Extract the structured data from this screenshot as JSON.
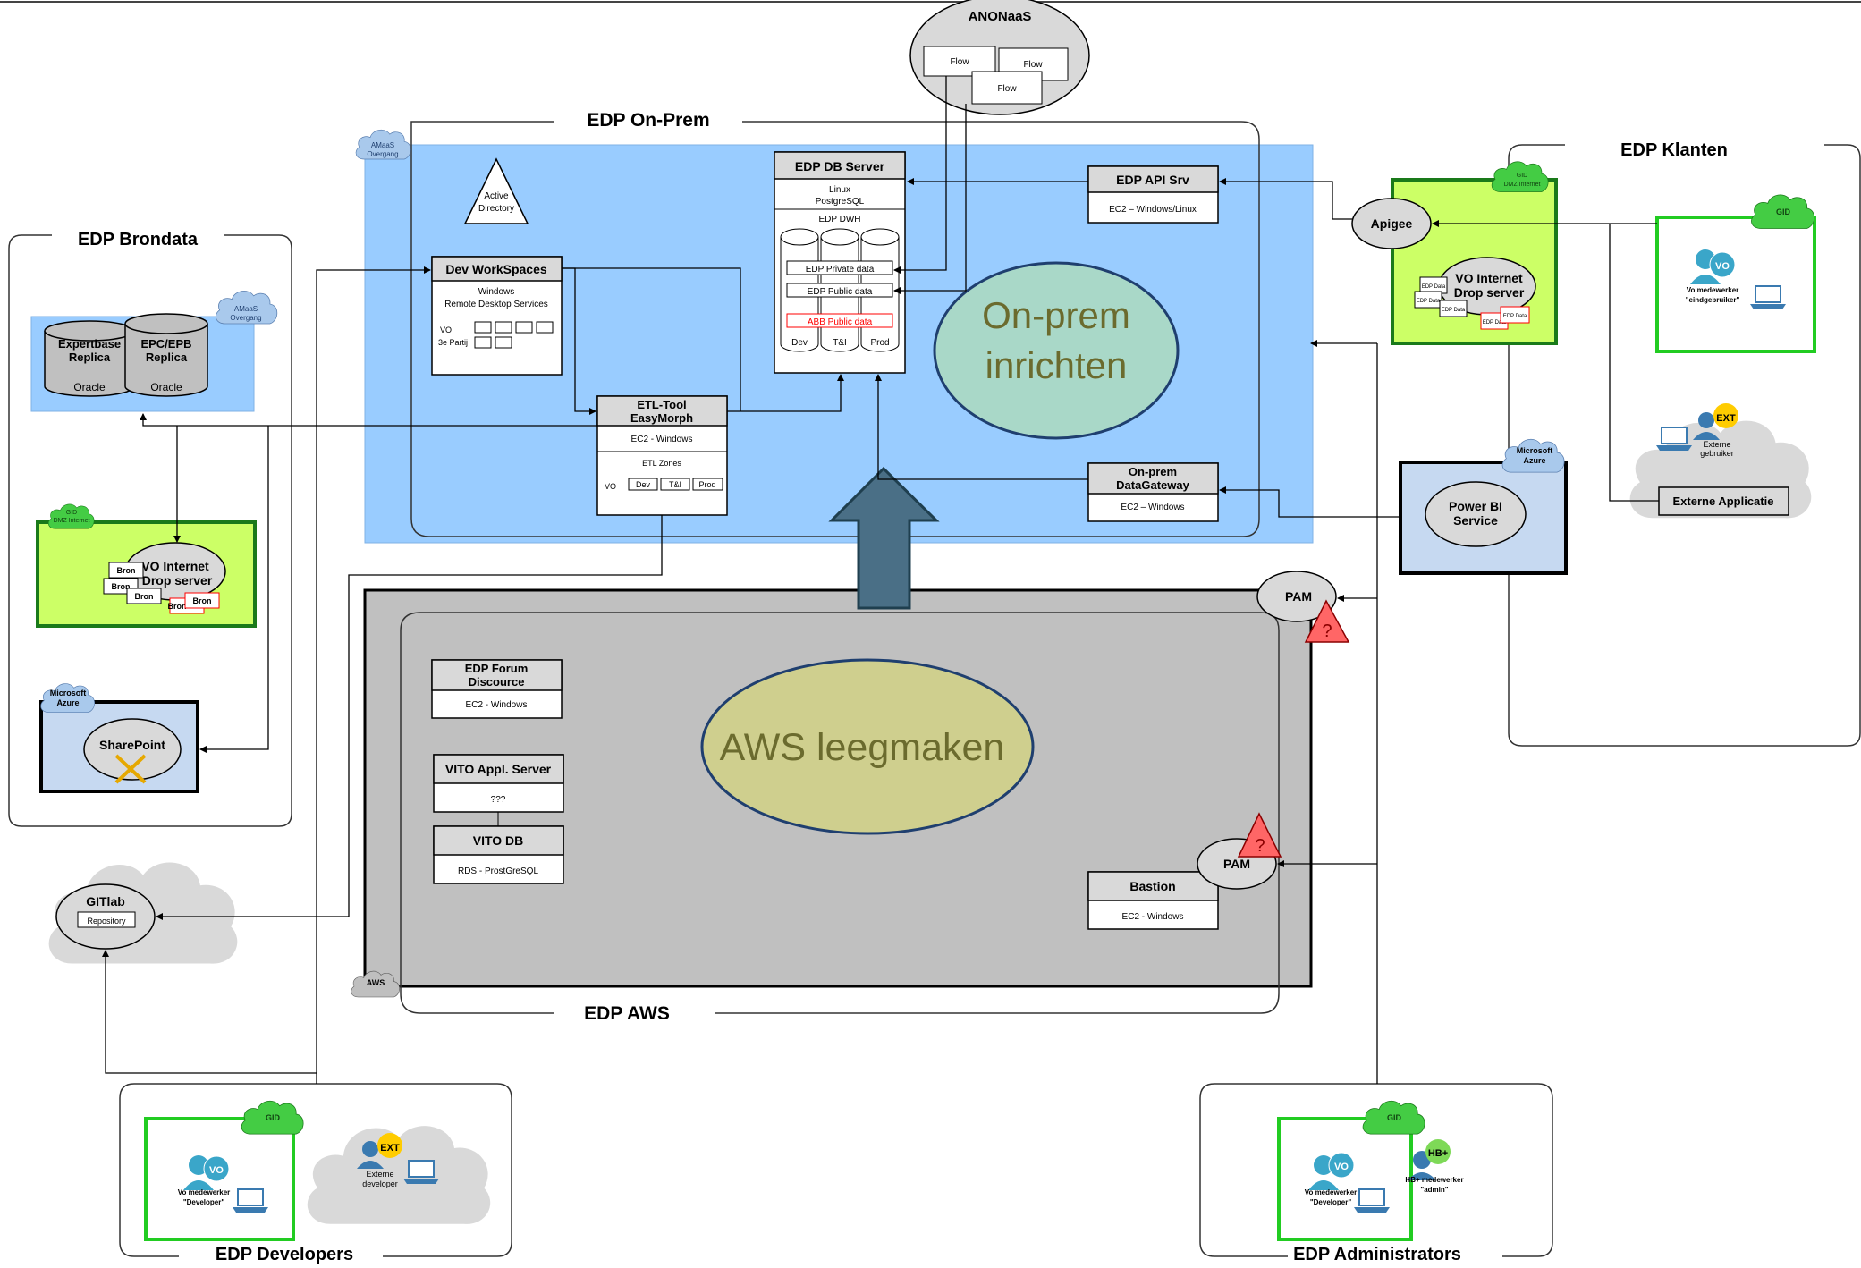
{
  "sections": {
    "onprem": "EDP On-Prem",
    "brondata": "EDP Brondata",
    "klanten": "EDP Klanten",
    "aws": "EDP AWS",
    "developers": "EDP Developers",
    "administrators": "EDP Administrators"
  },
  "clouds": {
    "anonaas": "ANONaaS",
    "amaas_overgang": [
      "AMaaS",
      "Overgang"
    ],
    "gid": "GID",
    "gid_dmz": [
      "GID",
      "DMZ Internet"
    ],
    "ms_azure": [
      "Microsoft",
      "Azure"
    ],
    "aws": "AWS",
    "ext": "EXT",
    "hb": "HB+"
  },
  "anonaas_flows": [
    "Flow",
    "Flow",
    "Flow"
  ],
  "active_directory": [
    "Active",
    "Directory"
  ],
  "edp_db_server": {
    "title": "EDP DB Server",
    "os": [
      "Linux",
      "PostgreSQL"
    ],
    "dwh": "EDP DWH",
    "private": "EDP Private data",
    "public": "EDP Public data",
    "abb_public": "ABB Public data",
    "envs": [
      "Dev",
      "T&I",
      "Prod"
    ]
  },
  "edp_api_srv": {
    "title": "EDP API Srv",
    "sub": "EC2 – Windows/Linux"
  },
  "dev_workspaces": {
    "title": "Dev WorkSpaces",
    "sub": [
      "Windows",
      "Remote Desktop Services"
    ],
    "rows": [
      "VO",
      "3e Partij"
    ]
  },
  "etl_tool": {
    "title": [
      "ETL-Tool",
      "EasyMorph"
    ],
    "sub": "EC2 - Windows",
    "zones": "ETL Zones",
    "vo": "VO",
    "envs": [
      "Dev",
      "T&I",
      "Prod"
    ]
  },
  "onprem_gateway": {
    "title": [
      "On-prem",
      "DataGateway"
    ],
    "sub": "EC2 – Windows"
  },
  "ellipse_onprem": [
    "On-prem",
    "inrichten"
  ],
  "ellipse_aws": "AWS leegmaken",
  "apigee": "Apigee",
  "vo_drop_server": [
    "VO Internet",
    "Drop server"
  ],
  "klanten_docs": [
    "EDP Data",
    "EDP Data",
    "EDP Data",
    "EDP Data",
    "EDP Data"
  ],
  "brondata_docs": [
    "Bron",
    "Bron",
    "Bron",
    "Bron",
    "Bron"
  ],
  "vo_medewerker_eindgebruiker": [
    "Vo medewerker",
    "\"eindgebruiker\""
  ],
  "externe_gebruiker": [
    "Externe",
    "gebruiker"
  ],
  "externe_applicatie": "Externe Applicatie",
  "powerbi": [
    "Power BI",
    "Service"
  ],
  "expertbase": {
    "title": [
      "Expertbase",
      "Replica"
    ],
    "db": "Oracle"
  },
  "epc_epb": {
    "title": [
      "EPC/EPB",
      "Replica"
    ],
    "db": "Oracle"
  },
  "sharepoint": "SharePoint",
  "gitlab": {
    "title": "GITlab",
    "repo": "Repository"
  },
  "pam": "PAM",
  "question": "?",
  "edp_forum": {
    "title": [
      "EDP Forum",
      "Discource"
    ],
    "sub": "EC2 - Windows"
  },
  "vito_appl": {
    "title": "VITO Appl. Server",
    "sub": "???"
  },
  "vito_db": {
    "title": "VITO DB",
    "sub": "RDS - ProstGreSQL"
  },
  "bastion": {
    "title": "Bastion",
    "sub": "EC2 - Windows"
  },
  "vo_badge": "VO",
  "vo_medewerker_developer": [
    "Vo medewerker",
    "\"Developer\""
  ],
  "externe_developer": [
    "Externe",
    "developer"
  ],
  "hb_admin": [
    "HB+ medewerker",
    "\"admin\""
  ],
  "colors": {
    "onprem_bg": "#99ccff",
    "aws_bg": "#c0c0c0",
    "dmz_green": "#ccff66",
    "gid_green": "#22cc22",
    "azure_bg": "#c6d9f1",
    "arrow_fill": "#4a6f86",
    "ellipse_onprem": "#a9d8c8",
    "ellipse_aws": "#cfcf8e",
    "ellipse_text": "#6b6b2e",
    "question_red": "#ff6666",
    "abb_red": "#ff0000",
    "ext_yellow": "#ffcc00",
    "vo_teal": "#3aa6c9"
  }
}
